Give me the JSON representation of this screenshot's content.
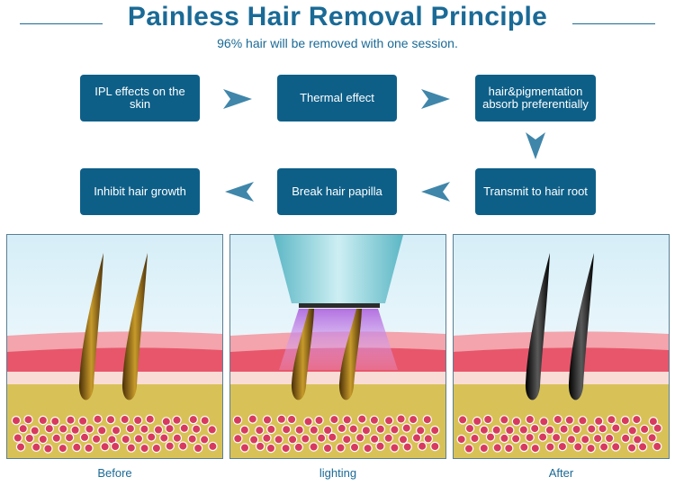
{
  "header": {
    "title": "Painless Hair Removal Principle",
    "subtitle": "96% hair will be removed with one session."
  },
  "flow": {
    "steps": [
      "IPL effects on the skin",
      "Thermal effect",
      "hair&pigmentation absorb preferentially",
      "Transmit to hair root",
      "Break hair papilla",
      "Inhibit hair growth"
    ]
  },
  "panels": [
    {
      "caption": "Before"
    },
    {
      "caption": "lighting"
    },
    {
      "caption": "After"
    }
  ],
  "colors": {
    "brand": "#1a6a96",
    "box": "#0d5f88",
    "arrow": "#3f86aa",
    "skin_top": "#f3a4ac",
    "skin_band": "#e8566b",
    "dermis": "#f9dcd5",
    "fat": "#d8c257",
    "cell": "#d83a5f"
  }
}
